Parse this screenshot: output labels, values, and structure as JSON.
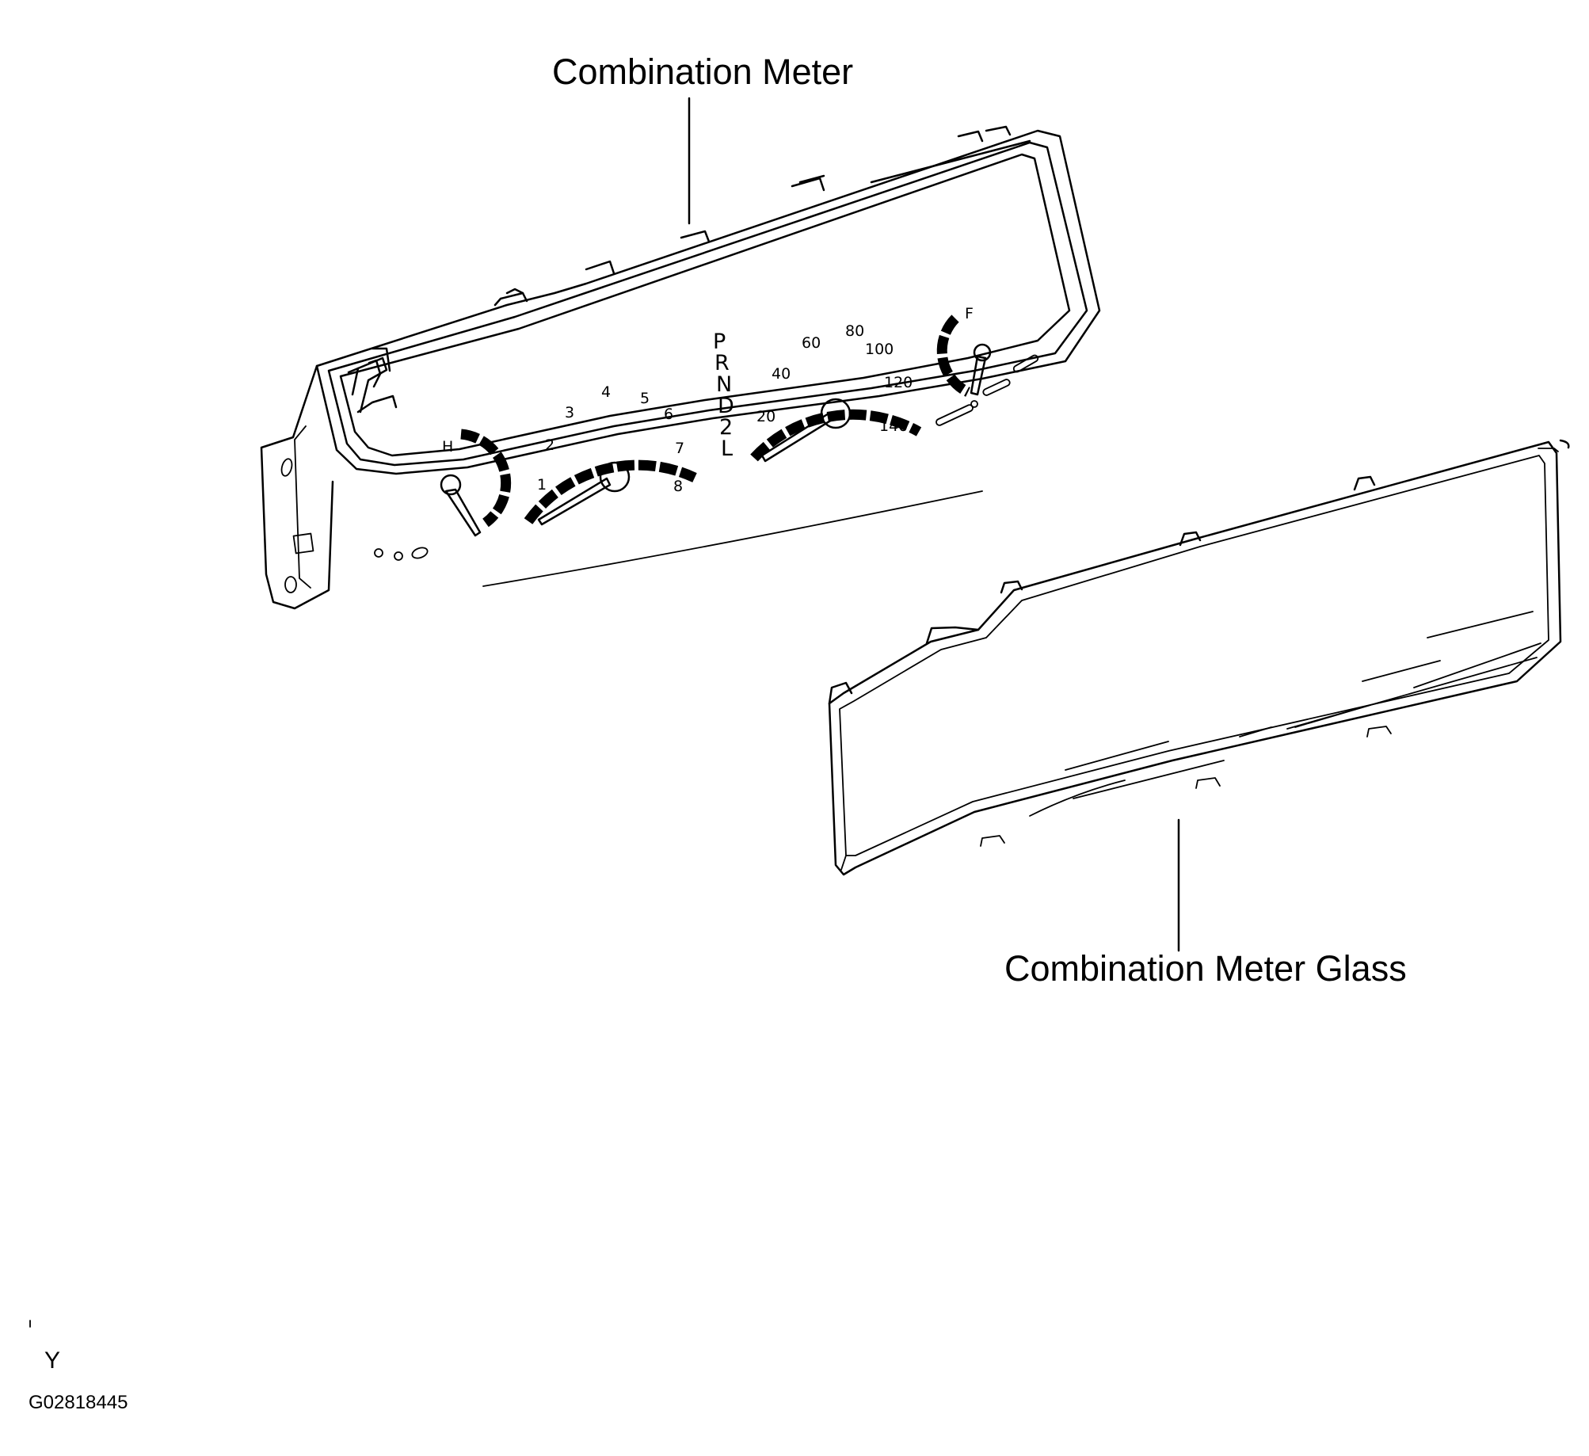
{
  "labels": {
    "combination_meter": "Combination Meter",
    "combination_meter_glass": "Combination Meter Glass"
  },
  "dials": {
    "temp_mark": "H",
    "fuel_mark": "F",
    "tach_ticks": [
      "1",
      "2",
      "3",
      "4",
      "5",
      "6",
      "7",
      "8"
    ],
    "speed_ticks": [
      "20",
      "40",
      "60",
      "80",
      "100",
      "120",
      "140"
    ],
    "gear_letters": [
      "P",
      "R",
      "N",
      "D",
      "2",
      "L"
    ]
  },
  "footer": {
    "orientation_mark": "Y",
    "figure_code": "G02818445"
  }
}
